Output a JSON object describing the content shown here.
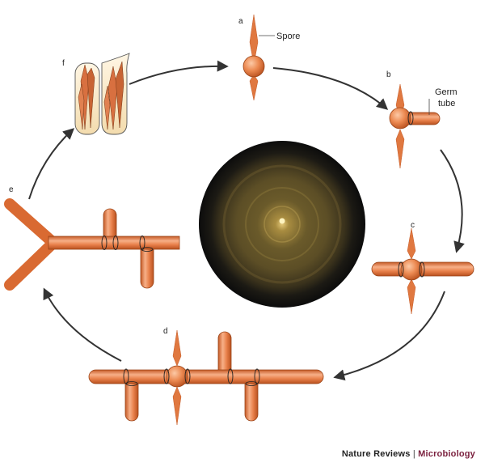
{
  "stages": {
    "a": {
      "letter": "a",
      "callout": "Spore"
    },
    "b": {
      "letter": "b",
      "callout_line1": "Germ",
      "callout_line2": "tube"
    },
    "c": {
      "letter": "c"
    },
    "d": {
      "letter": "d"
    },
    "e": {
      "letter": "e"
    },
    "f": {
      "letter": "f"
    }
  },
  "credit": {
    "publisher": "Nature Reviews",
    "separator": "|",
    "journal": "Microbiology"
  },
  "colors": {
    "hypha": "#e8804a",
    "hypha_light": "#f7b088",
    "hypha_dark": "#c55a26",
    "spore_spike": "#e07840",
    "arrow": "#333333",
    "colony_dark": "#141414",
    "colony_center": "#b09448",
    "journal": "#7a1f3d"
  }
}
